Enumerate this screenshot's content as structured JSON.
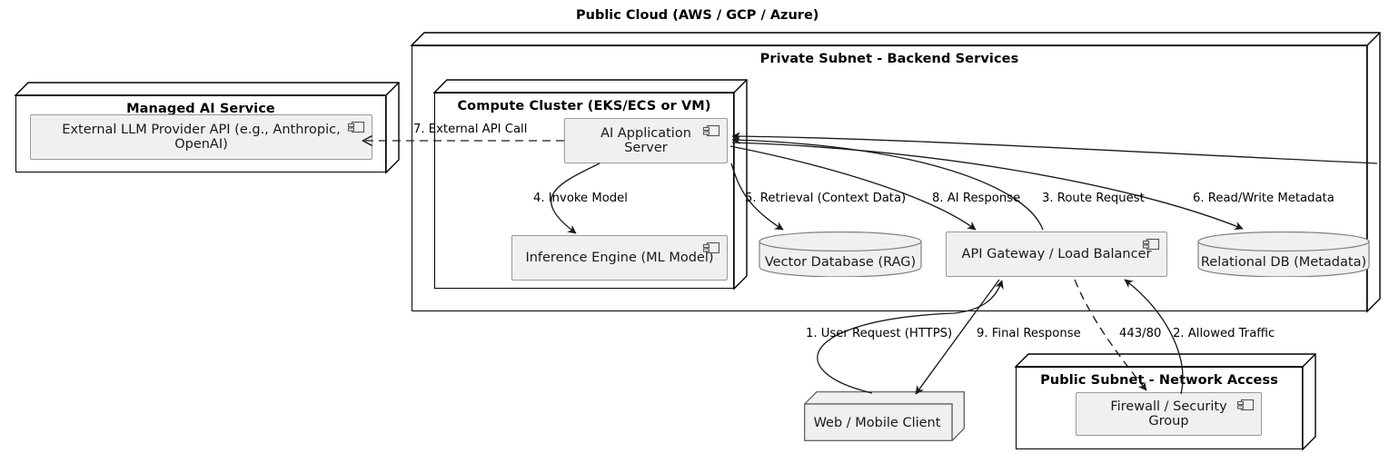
{
  "diagram": {
    "title": "Public Cloud (AWS / GCP / Azure)",
    "type": "uml-deployment-diagram",
    "colors": {
      "background": "#ffffff",
      "line": "#000000",
      "component_fill": "#f0f0f0",
      "component_border": "#999999",
      "node_fill": "#ffffff",
      "text": "#000000"
    }
  },
  "containers": {
    "managed_ai_service": {
      "label": "Managed AI Service"
    },
    "private_subnet": {
      "label": "Private Subnet - Backend Services"
    },
    "compute_cluster": {
      "label": "Compute Cluster (EKS/ECS or VM)"
    },
    "public_subnet": {
      "label": "Public Subnet - Network Access"
    }
  },
  "nodes": {
    "llm_provider": {
      "label": "External LLM Provider API (e.g., Anthropic, OpenAI)",
      "kind": "component"
    },
    "app_server": {
      "label": "AI Application Server",
      "kind": "component"
    },
    "inference_engine": {
      "label": "Inference Engine (ML Model)",
      "kind": "component"
    },
    "vector_db": {
      "label": "Vector Database (RAG)",
      "kind": "database"
    },
    "api_gateway": {
      "label": "API Gateway / Load Balancer",
      "kind": "component"
    },
    "relational_db": {
      "label": "Relational DB (Metadata)",
      "kind": "database"
    },
    "client": {
      "label": "Web / Mobile Client",
      "kind": "node"
    },
    "firewall": {
      "label": "Firewall / Security Group",
      "kind": "component"
    }
  },
  "edges": [
    {
      "id": "e1",
      "label": "1. User Request (HTTPS)",
      "from": "client",
      "to": "api_gateway",
      "style": "solid"
    },
    {
      "id": "e2",
      "label": "2. Allowed Traffic",
      "from": "firewall",
      "to": "api_gateway",
      "style": "solid"
    },
    {
      "id": "e3",
      "label": "3. Route Request",
      "from": "api_gateway",
      "to": "app_server",
      "style": "solid"
    },
    {
      "id": "e4",
      "label": "4. Invoke Model",
      "from": "app_server",
      "to": "inference_engine",
      "style": "solid"
    },
    {
      "id": "e5",
      "label": "5. Retrieval (Context Data)",
      "from": "app_server",
      "to": "vector_db",
      "style": "solid"
    },
    {
      "id": "e6",
      "label": "6. Read/Write Metadata",
      "from": "app_server",
      "to": "relational_db",
      "style": "solid"
    },
    {
      "id": "e7",
      "label": "7. External API Call",
      "from": "app_server",
      "to": "llm_provider",
      "style": "dashed"
    },
    {
      "id": "e8",
      "label": "8. AI Response",
      "from": "api_gateway",
      "to": "app_server",
      "style": "solid"
    },
    {
      "id": "e9",
      "label": "9. Final Response",
      "from": "api_gateway",
      "to": "client",
      "style": "solid"
    },
    {
      "id": "e10",
      "label": "443/80",
      "from": "api_gateway",
      "to": "firewall",
      "style": "dashed"
    }
  ]
}
